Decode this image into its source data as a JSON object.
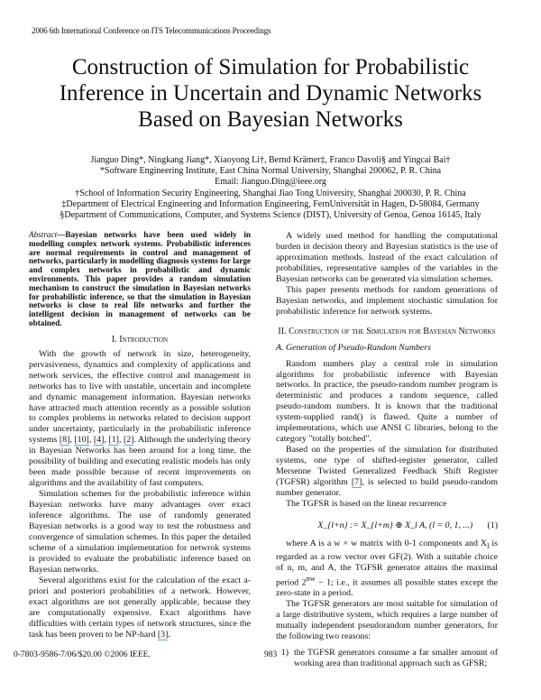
{
  "header": {
    "conference": "2006 6th International Conference on ITS Telecommunications Proceedings"
  },
  "title": {
    "lines": [
      "Construction of Simulation for Probabilistic",
      "Inference in Uncertain and Dynamic Networks",
      "Based on Bayesian Networks"
    ]
  },
  "authors": {
    "names": "Jianguo Ding*, Ningkang Jiang*, Xiaoyong Li†, Bernd Krämer‡, Franco Davoli§ and Yingcai Bai†",
    "affiliations": [
      "*Software Engineering Institute, East China Normal University, Shanghai 200062, P. R. China",
      "Email: Jianguo.Ding@ieee.org",
      "†School of Information Security Engineering, Shanghai Jiao Tong University, Shanghai 200030, P. R. China",
      "‡Department of Electrical Engineering and Information Engineering, FernUniversität in Hagen, D-58084, Germany",
      "§Department of Communications, Computer, and Systems Science (DIST), University of Genoa, Genoa 16145, Italy"
    ]
  },
  "abstract": {
    "label": "Abstract",
    "text": "—Bayesian networks have been used widely in modelling complex network systems. Probabilistic inferences are normal requirements in control and management of networks, particularly in modelling diagnosis systems for large and complex networks in probabilistic and dynamic environments. This paper provides a random simulation mechanism to construct the simulation in Bayesian networks for probabilistic inference, so that the simulation in Bayesian networks is close to real life networks and further the intelligent decision in management of networks can be obtained."
  },
  "section1": {
    "heading": "I. Introduction",
    "paragraphs": [
      [
        {
          "t": "With the growth of network in size, heterogeneity, pervasiveness, dynamics and complexity of applications and network services, the effective control and management in networks has to live with unstable, uncertain and incomplete and dynamic management information. Bayesian networks have attracted much attention recently as a possible solution to complex problems in networks related to decision support under uncertainty, particularly in the probabilistic inference systems "
        },
        {
          "t": "[8]",
          "cite": true
        },
        {
          "t": ", "
        },
        {
          "t": "[10]",
          "cite": true
        },
        {
          "t": ", "
        },
        {
          "t": "[4]",
          "cite": true
        },
        {
          "t": ", "
        },
        {
          "t": "[1]",
          "cite": true
        },
        {
          "t": ", "
        },
        {
          "t": "[2]",
          "cite": true
        },
        {
          "t": ". Although the underlying theory in Bayesian Networks has been around for a long time, the possibility of building and executing realistic models has only been made possible because of recent improvements on algorithms and the availability of fast computers."
        }
      ],
      [
        {
          "t": "Simulation schemes for the probabilistic inference within Bayesian networks have many advantages over exact inference algorithms. The use of randomly generated Bayesian networks is a good way to test the robustness and convergence of simulation schemes. In this paper the detailed scheme of a simulation implementation for netwrok systems is provided to evaluate the probabilistic inference based on Bayesian networks."
        }
      ],
      [
        {
          "t": "Several algorithms exist for the calculation of the exact a-priori and posteriori probabilities of a network. However, exact algorithms are not generally applicable, because they are computationally expensive. Exact algorithms have difficulties with certain types of network structures, since the task has been proven to be NP-hard "
        },
        {
          "t": "[3]",
          "cite": true
        },
        {
          "t": "."
        }
      ],
      [
        {
          "t": "A widely used method for handling the computational burden in decision theory and Bayesian statistics is the use of approximation methods. Instead of the exact calculation of probabilities, representative samples of the variables in the Bayesian networks can be generated via simulation schemes."
        }
      ],
      [
        {
          "t": "This paper presents methods for random generations of Bayesian networks, and implement stochastic simulation for probabilistic inference for network systems."
        }
      ]
    ]
  },
  "section2": {
    "heading": "II. Construction of the Simulation for Bayesian Networks",
    "subheading": "A. Generation of Pseudo-Random Numbers",
    "paragraphs": [
      [
        {
          "t": "Random numbers play a central role in simulation algorithms for probabilistic inference with Bayesian networks. In practice, the pseudo-random number program is deterministic and produces a random sequence, called pseudo-random numbers. It is known that the traditional system-supplied rand() is flawed. Quite a number of implementations, which use ANSI C libraries, belong to the category \"totally botched\"."
        }
      ],
      [
        {
          "t": "Based on the properties of the simulation for distributed systems, one type of shifted-register generator, called Mersenne Twisted Generalized Feedback Shift Register (TGFSR) algorithm "
        },
        {
          "t": "[7]",
          "cite": true
        },
        {
          "t": ", is selected to build pseudo-random number generator."
        }
      ],
      [
        {
          "t": "The TGFSR is based on the linear recurrence"
        }
      ]
    ],
    "equation": {
      "text": "X_{l+n} := X_{l+m} ⊕ X_l A, (l = 0, 1, ...)",
      "number": "(1)"
    },
    "after_equation": [
      [
        {
          "t": "where A is a w × w matrix with 0-1 components and X"
        },
        {
          "t": "l",
          "sub": true
        },
        {
          "t": " is regarded as a row vector over GF(2). With a suitable choice of n, m, and A, the TGFSR generator attains the maximal period 2"
        },
        {
          "t": "nw",
          "sup": true
        },
        {
          "t": " − 1; i.e., it assumes all possible states except the zero-state in a period."
        }
      ],
      [
        {
          "t": "The TGFSR generators are most suitable for simulation of a large distributive system, which requires a large number of mutually independent pseudorandom number generators, for the following two reasons:"
        }
      ]
    ],
    "list": [
      {
        "n": "1)",
        "text": "the TGFSR generators consume a far smaller amount of working area than traditional approach such as GFSR;"
      }
    ]
  },
  "footer": {
    "copyright": "0-7803-9586-7/06/$20.00 ©2006 IEEE.",
    "page_number": "983"
  }
}
